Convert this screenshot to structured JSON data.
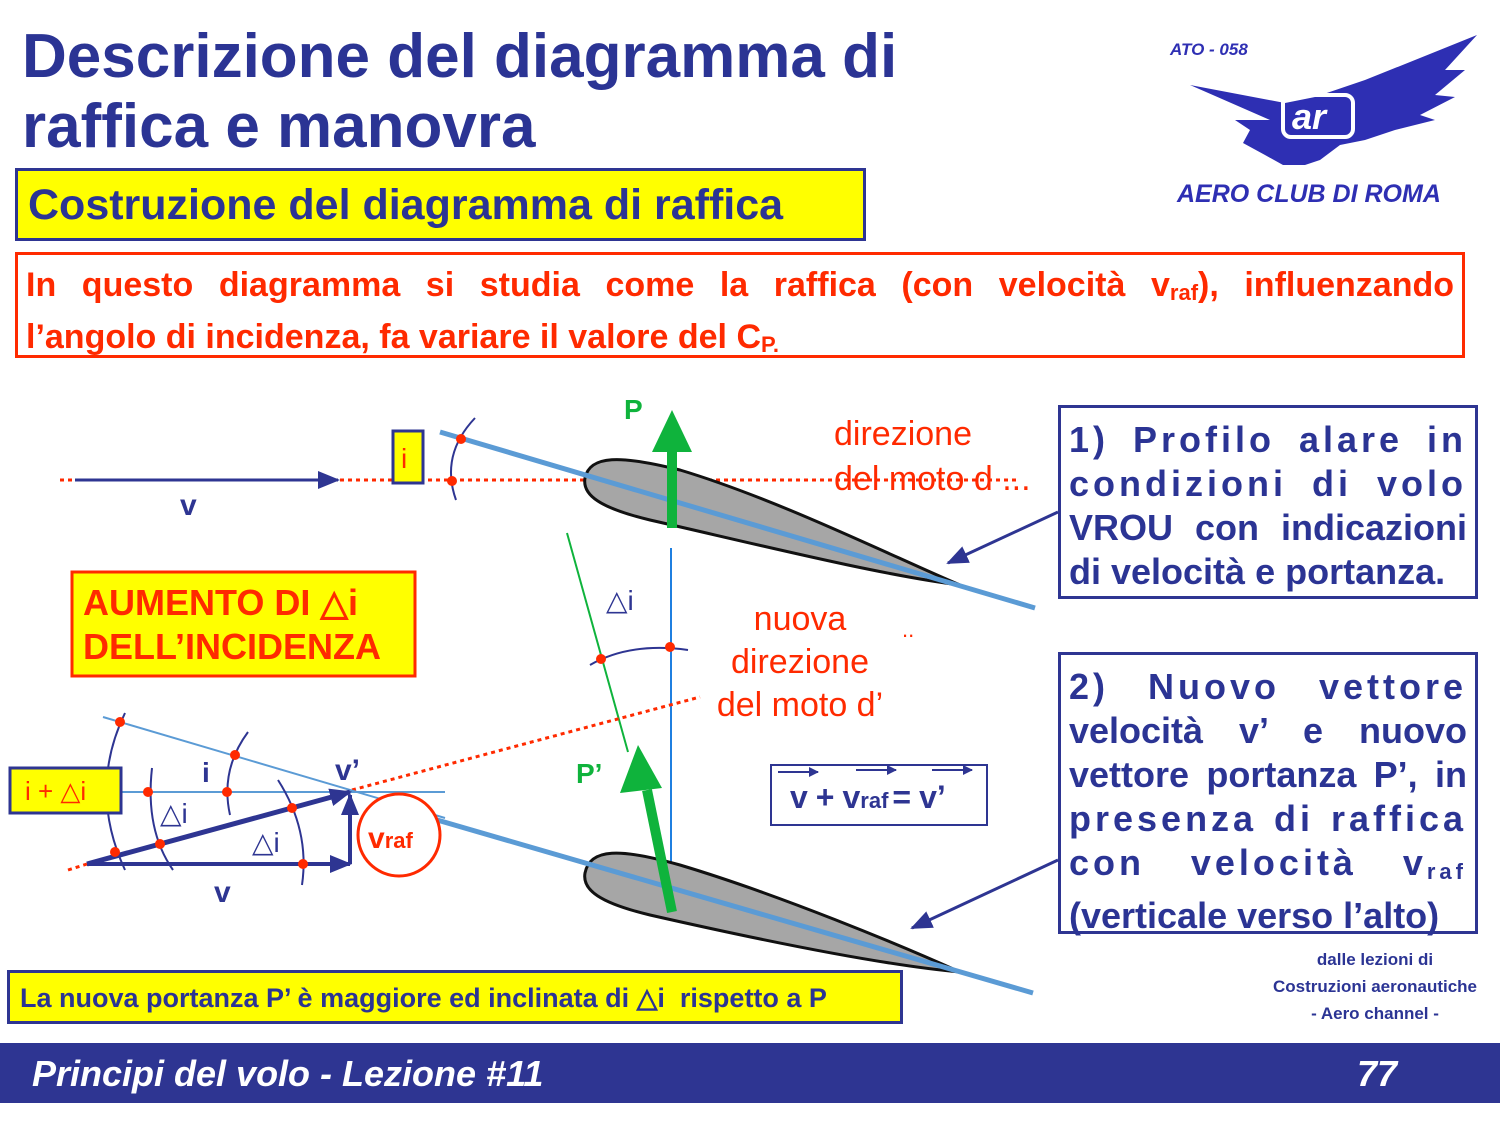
{
  "title": {
    "line1": "Descrizione del diagramma di",
    "line2": "raffica e manovra"
  },
  "subtitle": "Costruzione del diagramma di raffica",
  "intro": {
    "line1_a": "In questo diagramma si studia come la raffica (con velocità v",
    "line1_sub": "raf",
    "line1_b": "), influenzando",
    "line2_a": "l’angolo di incidenza, fa variare il valore del C",
    "line2_sub": "P."
  },
  "logo": {
    "code": "ATO - 058",
    "name": "AERO CLUB DI ROMA",
    "monogram": "ar"
  },
  "box1": [
    "1) Profilo alare in",
    "condizioni di volo",
    "VROU con indicazioni",
    "di velocità e portanza."
  ],
  "box2": {
    "lines": [
      "2) Nuovo vettore",
      "velocità v’ e nuovo",
      "vettore portanza P’, in",
      "presenza di raffica"
    ],
    "line5_a": "con velocità v",
    "line5_sub": "raf",
    "line6": "(verticale verso l’alto)"
  },
  "diagram": {
    "top": {
      "v": "v",
      "i": "i",
      "P": "P",
      "dir1": "direzione",
      "dir2": "del moto d ..."
    },
    "middle": {
      "delta_i": "△i",
      "new1": "nuova",
      "new2": "direzione",
      "new3": "del moto d’",
      "dots": "..",
      "P_prime": "P’"
    },
    "aumento": [
      "AUMENTO DI △i",
      "DELL’INCIDENZA"
    ],
    "construction": {
      "i_plus": "i + △i",
      "i": "i",
      "delta_i_1": "△i",
      "delta_i_2": "△i",
      "v": "v",
      "v_prime": "v’",
      "vraf": "v",
      "vraf_sub": "raf"
    },
    "equation": {
      "v": "v",
      "plus": "+",
      "vraf": "v",
      "vraf_sub": "raf",
      "eq": "=",
      "v_prime": "v’"
    }
  },
  "conclusion": "La nuova portanza P’ è maggiore ed inclinata di △i  rispetto a P",
  "credit": [
    "dalle lezioni di",
    "Costruzioni aeronautiche",
    "- Aero channel -"
  ],
  "footer": {
    "course": "Principi del volo - Lezione #11",
    "page": "77"
  },
  "colors": {
    "navy": "#2e3592",
    "red": "#ff2a00",
    "yellow": "#ffff00",
    "green": "#0fb33c",
    "chord": "#5b9bd5",
    "airfoil": "#a6a6a6"
  }
}
